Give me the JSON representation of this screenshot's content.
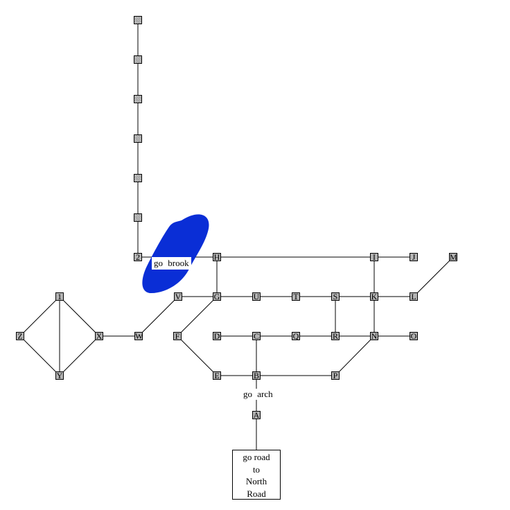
{
  "map": {
    "brook_label": "go  brook",
    "arch_label": "go  arch",
    "exit_lines": [
      "go road",
      "to",
      "North",
      "Road"
    ],
    "colors": {
      "water": "#0a2ed6",
      "node_fill": "#b3b3b3",
      "line": "#000000"
    }
  },
  "nodes": [
    {
      "id": "n1",
      "label": ""
    },
    {
      "id": "n2",
      "label": ""
    },
    {
      "id": "n3",
      "label": ""
    },
    {
      "id": "n4",
      "label": ""
    },
    {
      "id": "n5",
      "label": ""
    },
    {
      "id": "n6",
      "label": ""
    },
    {
      "id": "2",
      "label": "2"
    },
    {
      "id": "H",
      "label": "H"
    },
    {
      "id": "I",
      "label": "I"
    },
    {
      "id": "J",
      "label": "J"
    },
    {
      "id": "M",
      "label": "M"
    },
    {
      "id": "1",
      "label": "1"
    },
    {
      "id": "V",
      "label": "V"
    },
    {
      "id": "G",
      "label": "G"
    },
    {
      "id": "U",
      "label": "U"
    },
    {
      "id": "T",
      "label": "T"
    },
    {
      "id": "S",
      "label": "S"
    },
    {
      "id": "K",
      "label": "K"
    },
    {
      "id": "L",
      "label": "L"
    },
    {
      "id": "Z",
      "label": "Z"
    },
    {
      "id": "X",
      "label": "X"
    },
    {
      "id": "W",
      "label": "W"
    },
    {
      "id": "F",
      "label": "F"
    },
    {
      "id": "D",
      "label": "D"
    },
    {
      "id": "C",
      "label": "C"
    },
    {
      "id": "Q",
      "label": "Q"
    },
    {
      "id": "R",
      "label": "R"
    },
    {
      "id": "N",
      "label": "N"
    },
    {
      "id": "O",
      "label": "O"
    },
    {
      "id": "Y",
      "label": "Y"
    },
    {
      "id": "E",
      "label": "E"
    },
    {
      "id": "B",
      "label": "B"
    },
    {
      "id": "P",
      "label": "P"
    },
    {
      "id": "A",
      "label": "A"
    }
  ],
  "edges": [
    [
      "n1",
      "n2"
    ],
    [
      "n2",
      "n3"
    ],
    [
      "n3",
      "n4"
    ],
    [
      "n4",
      "n5"
    ],
    [
      "n5",
      "n6"
    ],
    [
      "n6",
      "2"
    ],
    [
      "2",
      "H"
    ],
    [
      "H",
      "I"
    ],
    [
      "I",
      "J"
    ],
    [
      "H",
      "G"
    ],
    [
      "I",
      "K"
    ],
    [
      "M",
      "L"
    ],
    [
      "V",
      "G"
    ],
    [
      "G",
      "U"
    ],
    [
      "U",
      "T"
    ],
    [
      "T",
      "S"
    ],
    [
      "S",
      "K"
    ],
    [
      "K",
      "L"
    ],
    [
      "K",
      "N"
    ],
    [
      "S",
      "R"
    ],
    [
      "V",
      "W"
    ],
    [
      "W",
      "X"
    ],
    [
      "X",
      "1"
    ],
    [
      "X",
      "Y"
    ],
    [
      "1",
      "Z"
    ],
    [
      "Z",
      "Y"
    ],
    [
      "1",
      "Y"
    ],
    [
      "G",
      "F"
    ],
    [
      "F",
      "E"
    ],
    [
      "E",
      "B"
    ],
    [
      "B",
      "P"
    ],
    [
      "P",
      "N"
    ],
    [
      "D",
      "C"
    ],
    [
      "C",
      "Q"
    ],
    [
      "Q",
      "R"
    ],
    [
      "R",
      "N"
    ],
    [
      "N",
      "O"
    ],
    [
      "C",
      "B"
    ],
    [
      "B",
      "A"
    ],
    [
      "A",
      "EXIT"
    ]
  ]
}
